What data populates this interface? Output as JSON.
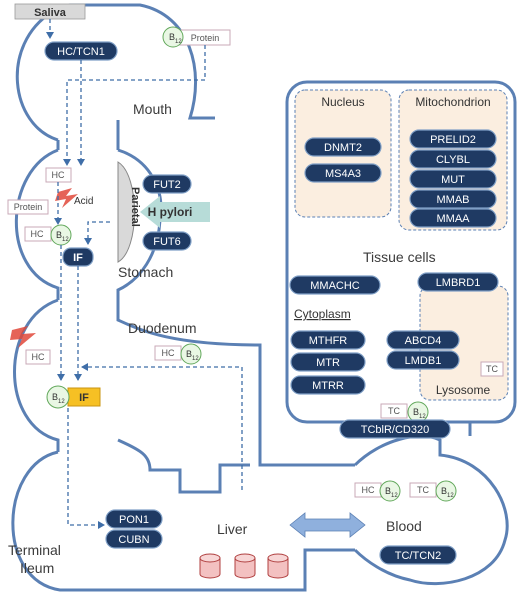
{
  "labels": {
    "saliva": "Saliva",
    "mouth": "Mouth",
    "stomach": "Stomach",
    "duodenum": "Duodenum",
    "terminal_line1": "Terminal",
    "terminal_line2": "Ileum",
    "liver": "Liver",
    "blood": "Blood",
    "parietal": "Parietal",
    "h_pylori": "H pylori",
    "acid": "Acid",
    "tissue_cells": "Tissue cells",
    "nucleus": "Nucleus",
    "mitochondrion": "Mitochondrion",
    "cytoplasm": "Cytoplasm",
    "lysosome": "Lysosome"
  },
  "tags": {
    "protein": "Protein",
    "hc": "HC",
    "tc": "TC",
    "b12": "B",
    "b12_sub": "12",
    "if": "IF"
  },
  "genes": {
    "hc_tcn1": "HC/TCN1",
    "fut2": "FUT2",
    "fut6": "FUT6",
    "pon1": "PON1",
    "cubn": "CUBN",
    "tc_tcn2": "TC/TCN2",
    "tcblr": "TCblR/CD320",
    "dnmt2": "DNMT2",
    "ms4a3": "MS4A3",
    "prelid2": "PRELID2",
    "clybl": "CLYBL",
    "mut": "MUT",
    "mmab": "MMAB",
    "mmaa": "MMAA",
    "mmachc": "MMACHC",
    "lmbrd1": "LMBRD1",
    "mthfr": "MTHFR",
    "mtr": "MTR",
    "mtrr": "MTRR",
    "abcd4": "ABCD4",
    "lmdb1": "LMDB1"
  },
  "colors": {
    "pill_fill": "#1f3a63",
    "outline": "#5b80b4",
    "compartment_fill": "#fbeee0",
    "b12_fill": "#e9f7e4",
    "if_yellow": "#f6c024",
    "arrow_fill": "#8fb0dd",
    "liver_fill": "#f3c1c1",
    "hpylori_fill": "#b7dcd8",
    "lightning": "#e0483a"
  }
}
